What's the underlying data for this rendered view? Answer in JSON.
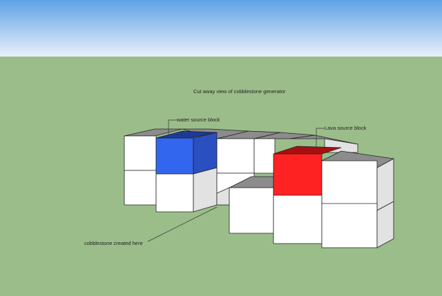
{
  "diagram": {
    "title": "Cut away view of cobblestone generator",
    "labels": {
      "water": "water source block",
      "lava": "Lava source block",
      "cobble": "cobblestone  created here"
    }
  },
  "colors": {
    "sky_top": "#5ea2e6",
    "sky_bottom": "#e8f1fa",
    "ground": "#9bbd8a",
    "block_front": "#ffffff",
    "block_side": "#e2e2e2",
    "block_top": "#8c8c8c",
    "water_front": "#3366ee",
    "water_side": "#2a4fc0",
    "water_top": "#1f3a96",
    "lava_front": "#ff2222",
    "lava_top": "#a80f0f",
    "edge": "#222222"
  }
}
